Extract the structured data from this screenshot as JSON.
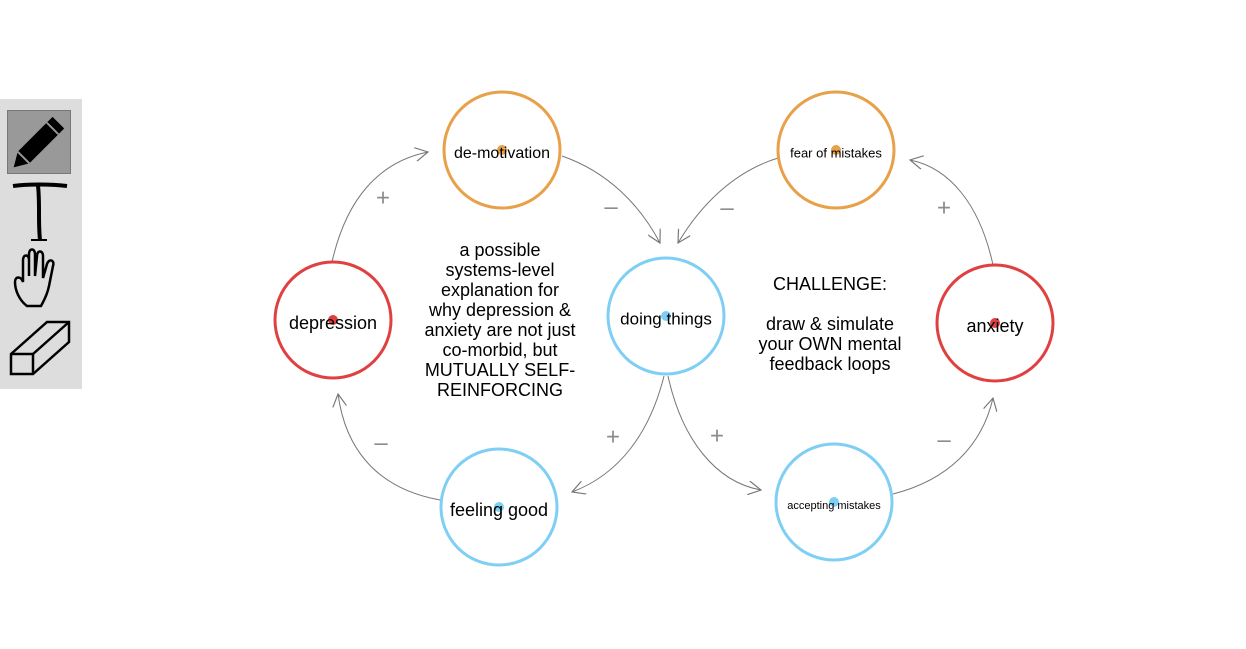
{
  "toolbar": {
    "tools": [
      {
        "name": "pencil-icon",
        "label": "pencil",
        "selected": true
      },
      {
        "name": "text-icon",
        "label": "text",
        "selected": false
      },
      {
        "name": "hand-icon",
        "label": "hand",
        "selected": false
      },
      {
        "name": "eraser-icon",
        "label": "eraser",
        "selected": false
      }
    ]
  },
  "colors": {
    "orange": "#e8a04a",
    "red": "#e04040",
    "blue": "#7fcff5",
    "arrow": "#777777",
    "sign": "#8c8c8c",
    "toolbar_bg": "#dddddd",
    "tool_selected_bg": "#999999"
  },
  "nodes": {
    "demotivation": {
      "label": "de-motivation",
      "color": "orange"
    },
    "fear_of_mistakes": {
      "label": "fear of mistakes",
      "color": "orange"
    },
    "depression": {
      "label": "depression",
      "color": "red"
    },
    "anxiety": {
      "label": "anxiety",
      "color": "red"
    },
    "doing_things": {
      "label": "doing things",
      "color": "blue"
    },
    "feeling_good": {
      "label": "feeling good",
      "color": "blue"
    },
    "accepting_mistakes": {
      "label": "accepting mistakes",
      "color": "blue"
    }
  },
  "edges": [
    {
      "from": "depression",
      "to": "demotivation",
      "sign": "+"
    },
    {
      "from": "demotivation",
      "to": "doing_things",
      "sign": "–"
    },
    {
      "from": "doing_things",
      "to": "feeling_good",
      "sign": "+"
    },
    {
      "from": "feeling_good",
      "to": "depression",
      "sign": "–"
    },
    {
      "from": "fear_of_mistakes",
      "to": "doing_things",
      "sign": "–"
    },
    {
      "from": "anxiety",
      "to": "fear_of_mistakes",
      "sign": "+"
    },
    {
      "from": "doing_things",
      "to": "accepting_mistakes",
      "sign": "+"
    },
    {
      "from": "accepting_mistakes",
      "to": "anxiety",
      "sign": "–"
    }
  ],
  "captions": {
    "left": [
      "a possible",
      "systems-level",
      "explanation for",
      "why depression &",
      "anxiety are not just",
      "co-morbid, but",
      "MUTUALLY SELF-",
      "REINFORCING"
    ],
    "right_title": "CHALLENGE:",
    "right_body": [
      "draw & simulate",
      "your OWN mental",
      "feedback loops"
    ]
  }
}
